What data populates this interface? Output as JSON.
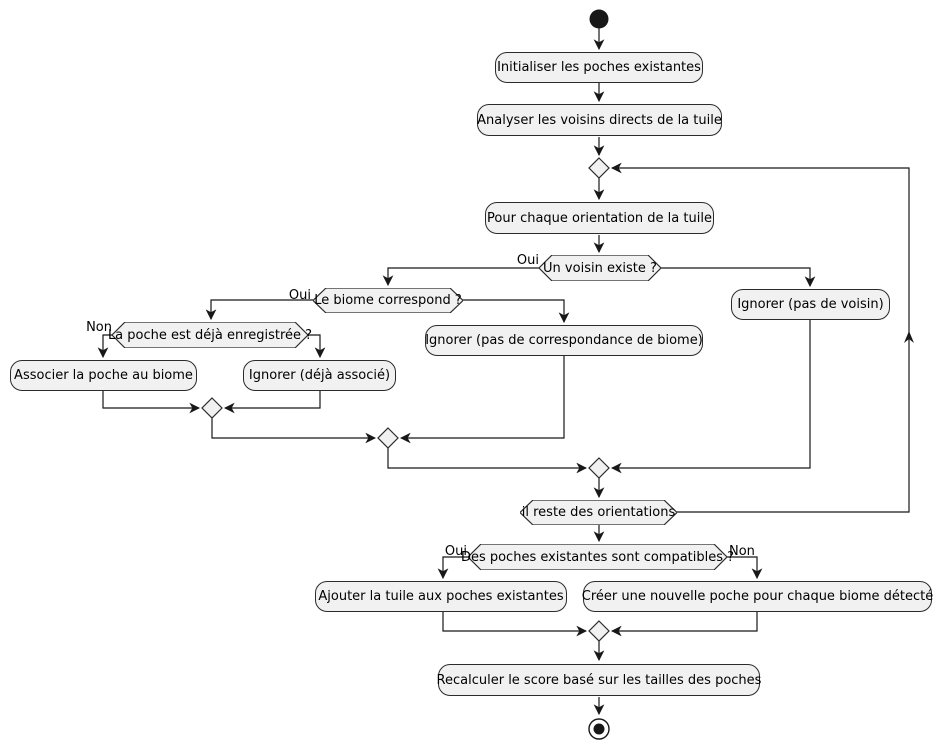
{
  "diagram": {
    "type": "activity-flowchart",
    "language": "fr",
    "activities": {
      "init": "Initialiser les poches existantes",
      "analyze": "Analyser les voisins directs de la tuile",
      "foreach_orientation": "Pour chaque orientation de la tuile",
      "ignore_no_neighbor": "Ignorer (pas de voisin)",
      "ignore_no_biome_match": "Ignorer (pas de correspondance de biome)",
      "associate_pocket": "Associer la poche au biome",
      "ignore_already_associated": "Ignorer (déjà associé)",
      "add_tile_to_pockets": "Ajouter la tuile aux poches existantes",
      "create_new_pocket": "Créer une nouvelle poche pour chaque biome détecté",
      "recalculate_score": "Recalculer le score basé sur les tailles des poches"
    },
    "decisions": {
      "neighbor_exists": "Un voisin existe ?",
      "biome_matches": "Le biome correspond ?",
      "pocket_registered": "La poche est déjà enregistrée ?",
      "orientations_remaining": "il reste des orientations",
      "pockets_compatible": "Des poches existantes sont compatibles ?"
    },
    "edge_labels": {
      "neighbor_yes": "Oui",
      "biome_yes": "Oui",
      "pocket_no": "Non",
      "compatible_yes": "Oui",
      "compatible_no": "Non"
    },
    "colors": {
      "background": "#FFFFFF",
      "node_fill": "#F1F1F1",
      "node_border": "#2B2B2B",
      "edge": "#181818",
      "text": "#000000"
    }
  }
}
